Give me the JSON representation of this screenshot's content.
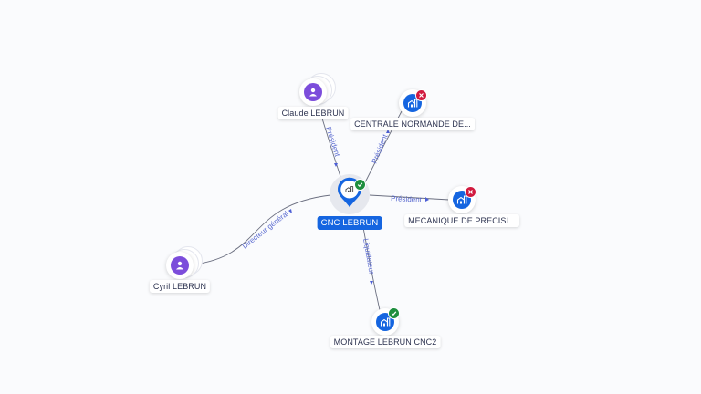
{
  "center": {
    "label": "CNC LEBRUN",
    "status": "active",
    "type": "company"
  },
  "nodes": [
    {
      "id": "claude",
      "label": "Claude LEBRUN",
      "type": "person"
    },
    {
      "id": "centrale",
      "label": "CENTRALE NORMANDE DE...",
      "type": "company",
      "status": "closed"
    },
    {
      "id": "mecanique",
      "label": "MECANIQUE DE PRECISI...",
      "type": "company",
      "status": "closed"
    },
    {
      "id": "cyril",
      "label": "Cyril LEBRUN",
      "type": "person"
    },
    {
      "id": "montage",
      "label": "MONTAGE LEBRUN CNC2",
      "type": "company",
      "status": "active"
    }
  ],
  "edges": [
    {
      "from": "claude",
      "to": "center",
      "label": "Président"
    },
    {
      "from": "center",
      "to": "centrale",
      "label": "Président"
    },
    {
      "from": "center",
      "to": "mecanique",
      "label": "Président"
    },
    {
      "from": "cyril",
      "to": "center",
      "label": "Directeur général"
    },
    {
      "from": "center",
      "to": "montage",
      "label": "Liquidateur"
    }
  ],
  "colors": {
    "person": "#7c4ddb",
    "company": "#1565e0",
    "active_badge": "#1e8e3e",
    "closed_badge": "#d11a3f",
    "edge_label": "#5b6bd0"
  }
}
